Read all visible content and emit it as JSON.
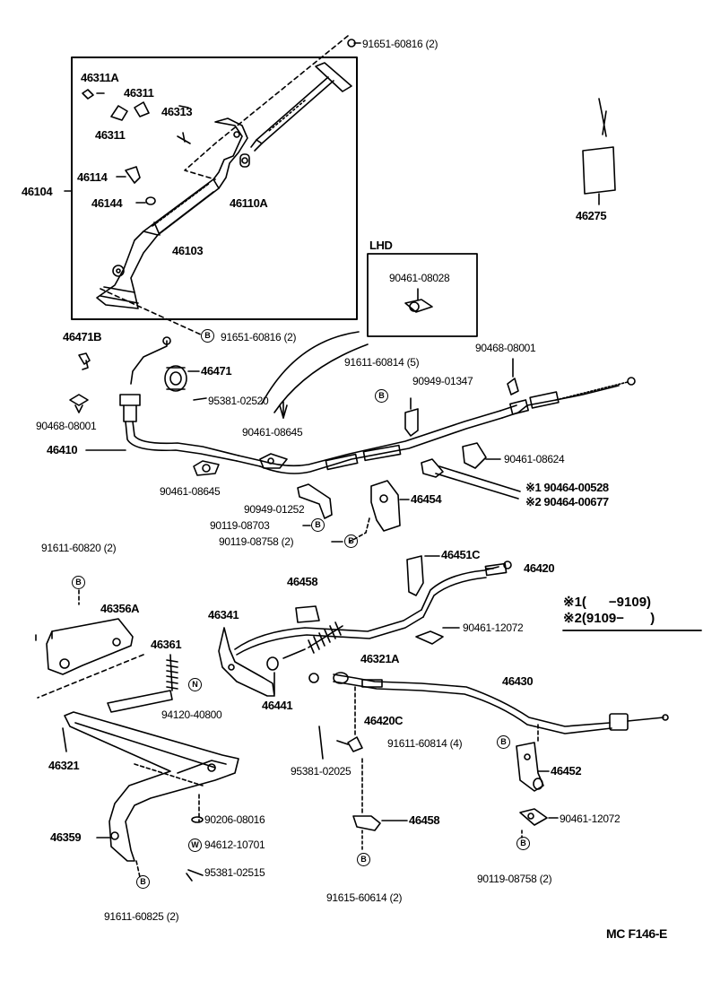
{
  "labels": {
    "p91651_60816_top": "91651-60816 (2)",
    "p46311A": "46311A",
    "p46311_a": "46311",
    "p46313": "46313",
    "p46311_b": "46311",
    "p46104": "46104",
    "p46114": "46114",
    "p46144": "46144",
    "p46110A": "46110A",
    "p46103": "46103",
    "p46275": "46275",
    "lhd": "LHD",
    "p90461_08028": "90461-08028",
    "p91651_60816_bot": "91651-60816 (2)",
    "p46471B": "46471B",
    "p46471": "46471",
    "p95381_02520": "95381-02520",
    "p91611_60814_5": "91611-60814 (5)",
    "p90468_08001_r": "90468-08001",
    "p90949_01347": "90949-01347",
    "p90468_08001_l": "90468-08001",
    "p90461_08645_m": "90461-08645",
    "p46410": "46410",
    "p90461_08624": "90461-08624",
    "p90461_08645_l": "90461-08645",
    "p90949_01252": "90949-01252",
    "p90464_00528": "※1 90464-00528",
    "p90464_00677": "※2 90464-00677",
    "p46454": "46454",
    "p90119_08703": "90119-08703",
    "p90119_08758_m": "90119-08758 (2)",
    "p91611_60820": "91611-60820 (2)",
    "p46451C": "46451C",
    "p46420": "46420",
    "p46458_top": "46458",
    "p46341": "46341",
    "p46356A": "46356A",
    "p90461_12072_top": "90461-12072",
    "p46361": "46361",
    "p46321A": "46321A",
    "p46430": "46430",
    "p46441": "46441",
    "p94120_40800": "94120-40800",
    "p46420C": "46420C",
    "p46321": "46321",
    "p91611_60814_4": "91611-60814 (4)",
    "p95381_02025": "95381-02025",
    "p46452": "46452",
    "p90206_08016": "90206-08016",
    "p46458_bot": "46458",
    "p90461_12072_bot": "90461-12072",
    "p46359": "46359",
    "p94612_10701": "94612-10701",
    "p95381_02515": "95381-02515",
    "p91615_60614": "91615-60614 (2)",
    "p90119_08758_bot": "90119-08758 (2)",
    "p91611_60825": "91611-60825 (2)",
    "mc_code": "MC  F146-E"
  },
  "symbols": {
    "B": "B",
    "N": "N",
    "W": "W"
  },
  "notes": {
    "line1": "※1(      −9109)",
    "line2": "※2(9109−       )"
  }
}
